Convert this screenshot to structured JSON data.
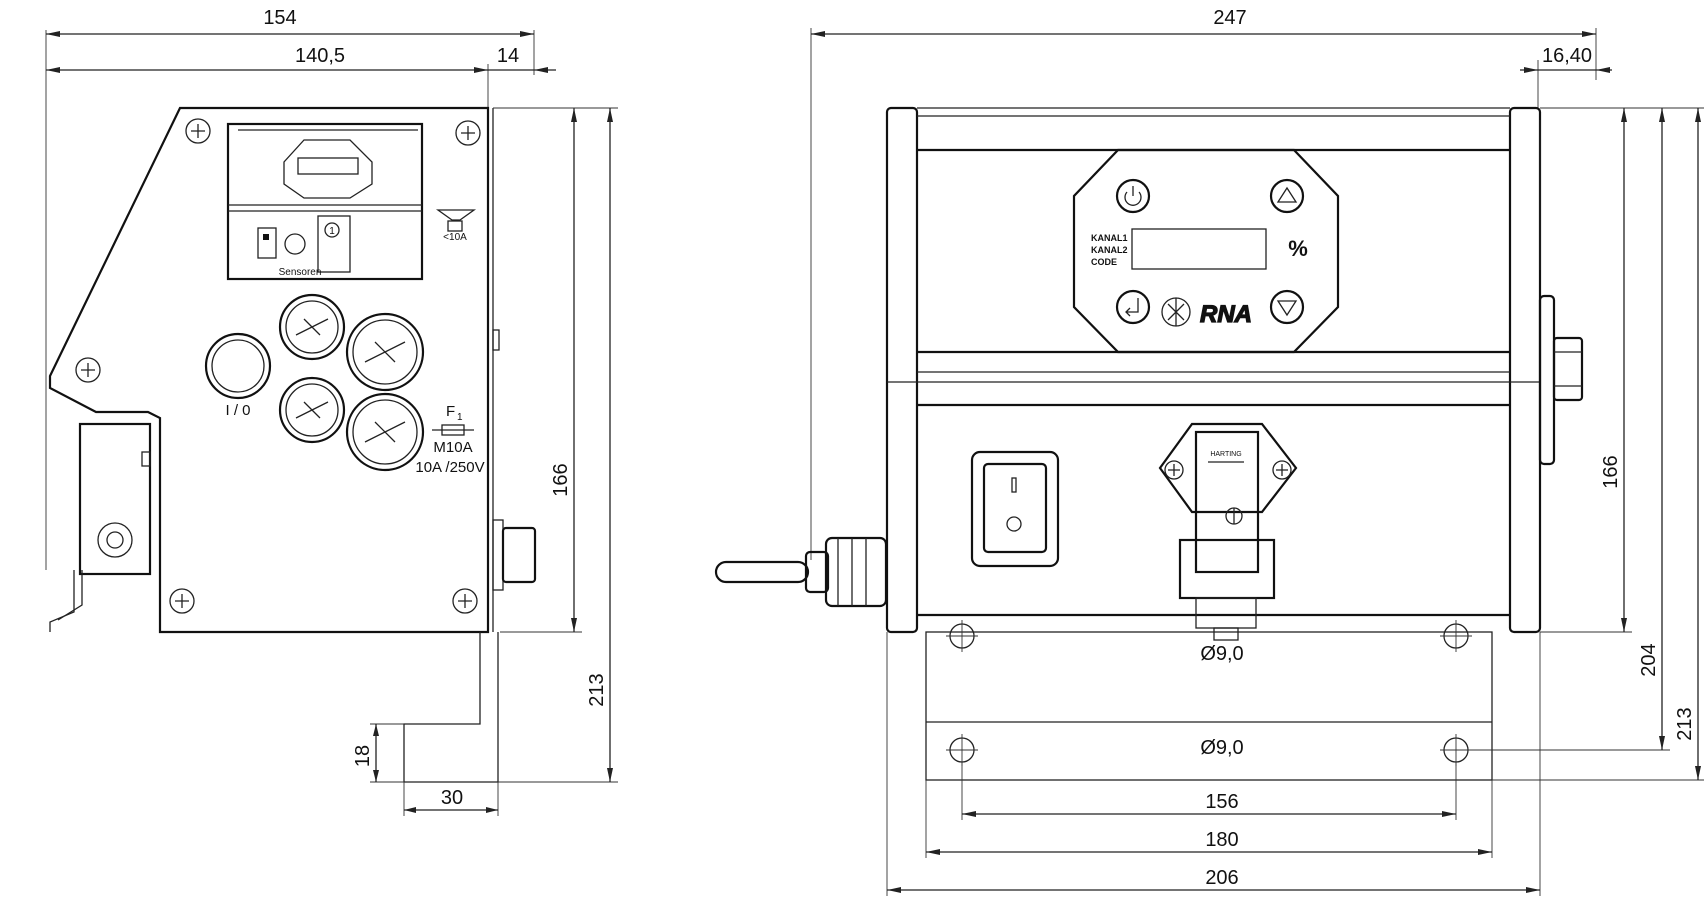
{
  "side_view": {
    "dims": {
      "width_total": "154",
      "width_body": "140,5",
      "offset_right": "14",
      "height_body": "166",
      "height_total": "213",
      "foot_height": "18",
      "foot_width": "30"
    },
    "labels": {
      "power_switch": "I / 0",
      "fuse_symbol": "F",
      "fuse_sub": "1",
      "fuse_type": "M10A",
      "fuse_rating": "10A /250V",
      "sensors": "Sensoren",
      "output": "<10A",
      "connector_num": "1"
    }
  },
  "front_view": {
    "dims": {
      "width_total": "247",
      "right_offset": "16,40",
      "height_body": "166",
      "height_mid": "204",
      "height_total": "213",
      "hole_dia_upper": "Ø9,0",
      "hole_dia_lower": "Ø9,0",
      "hole_spacing": "156",
      "plate_width": "180",
      "base_width": "206"
    },
    "labels": {
      "channel1": "KANAL1",
      "channel2": "KANAL2",
      "code": "CODE",
      "percent": "%",
      "brand": "RNA",
      "connector_brand": "HARTING"
    }
  }
}
